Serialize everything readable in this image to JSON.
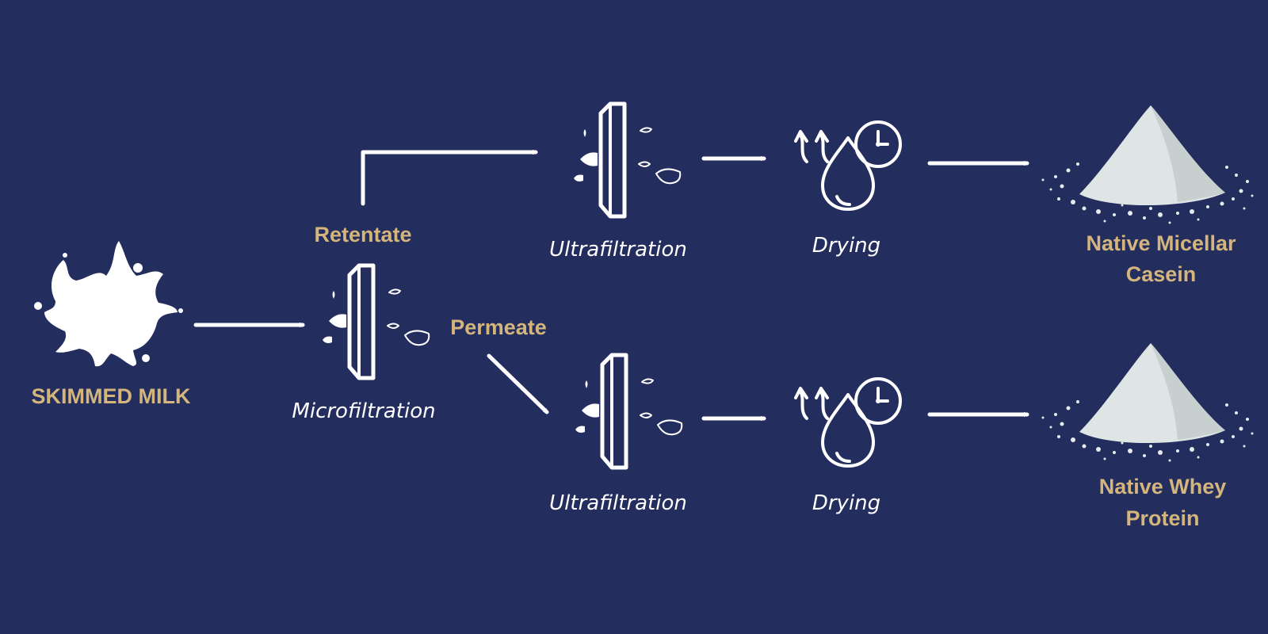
{
  "colors": {
    "background": "#232d5e",
    "label_gold": "#d4b57c",
    "icon_white": "#ffffff"
  },
  "source": {
    "label": "SKIMMED MILK",
    "icon": "milk-splash-icon"
  },
  "microfiltration": {
    "label": "Microfiltration",
    "icon": "filter-membrane-icon"
  },
  "streams": {
    "retentate": "Retentate",
    "permeate": "Permeate"
  },
  "casein_path": {
    "ultrafiltration": "Ultrafiltration",
    "drying": "Drying",
    "product_line1": "Native Micellar",
    "product_line2": "Casein",
    "icons": [
      "filter-membrane-icon",
      "drying-clock-icon",
      "powder-pile-icon"
    ]
  },
  "whey_path": {
    "ultrafiltration": "Ultrafiltration",
    "drying": "Drying",
    "product_line1": "Native Whey",
    "product_line2": "Protein",
    "icons": [
      "filter-membrane-icon",
      "drying-clock-icon",
      "powder-pile-icon"
    ]
  }
}
